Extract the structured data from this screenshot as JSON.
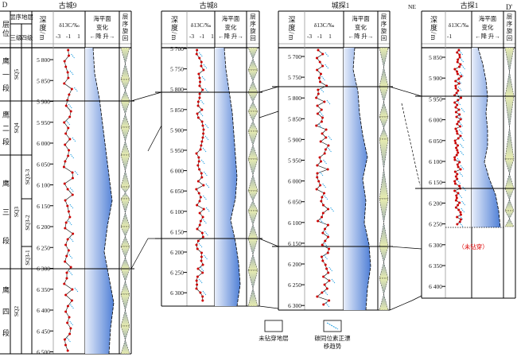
{
  "direction": {
    "start": "D",
    "end": "D'",
    "azimuth": "NE"
  },
  "headers": {
    "layer": "层位",
    "sequence": "层序地层",
    "third_order": "三级",
    "fourth_order": "四级",
    "depth": "深度/m",
    "d13c": "δ13C/‰",
    "d13c_scale": [
      "-3",
      "-1",
      "1"
    ],
    "d13c_scale_gutan": [
      "-1"
    ],
    "sea_level": [
      "海平面",
      "变化"
    ],
    "sea_level_axis": "←降  升→",
    "cycle": "层序旋回"
  },
  "wells": [
    {
      "name": "古城9",
      "depth_ticks": [
        "5 800",
        "5 850",
        "5 900",
        "5 950",
        "6 000",
        "6 050",
        "6 100",
        "6 150",
        "6 200",
        "6 250",
        "6 300",
        "6 350",
        "6 400",
        "6 450",
        "6 500"
      ]
    },
    {
      "name": "古城8",
      "depth_ticks": [
        "5 700",
        "5 750",
        "5 800",
        "5 850",
        "5 900",
        "5 950",
        "6 000",
        "6 050",
        "6 100",
        "6 150",
        "6 200",
        "6 250",
        "6 300"
      ]
    },
    {
      "name": "城探1",
      "depth_ticks": [
        "5 700",
        "5 750",
        "5 800",
        "5 850",
        "5 900",
        "5 950",
        "6 000",
        "6 050",
        "6 100",
        "6 150",
        "6 200",
        "6 250",
        "6 300"
      ]
    },
    {
      "name": "古探1",
      "depth_ticks": [
        "5 850",
        "5 900",
        "5 950",
        "6 000",
        "6 050",
        "6 100",
        "6 150",
        "6 200",
        "6 250",
        "6 300",
        "6 350",
        "6 400"
      ]
    }
  ],
  "stratigraphy": {
    "layers": [
      "鹰一段",
      "鹰二段",
      "鹰三段",
      "鹰四段"
    ],
    "third_order": [
      "SQ5",
      "SQ4",
      "SQ3",
      "SQ2"
    ],
    "fourth_order": [
      "SQ3-3",
      "SQ3-2",
      "SQ3-1"
    ]
  },
  "not_penetrated_note": "（未钻穿）",
  "legend": [
    {
      "label": "未钻穿地层",
      "icon": "empty-box"
    },
    {
      "label": "碳同位素正漂移趋势",
      "label_lines": [
        "碳同位素正漂",
        "移趋势"
      ],
      "icon": "blue-dashed-arrow"
    }
  ],
  "colors": {
    "d13c_point": "#cc0000",
    "trend_arrow": "#1a9be0",
    "sea_level": "#4f7fd6",
    "cycle_light": "#e8edb0",
    "cycle_dark": "#9fb1b6"
  }
}
